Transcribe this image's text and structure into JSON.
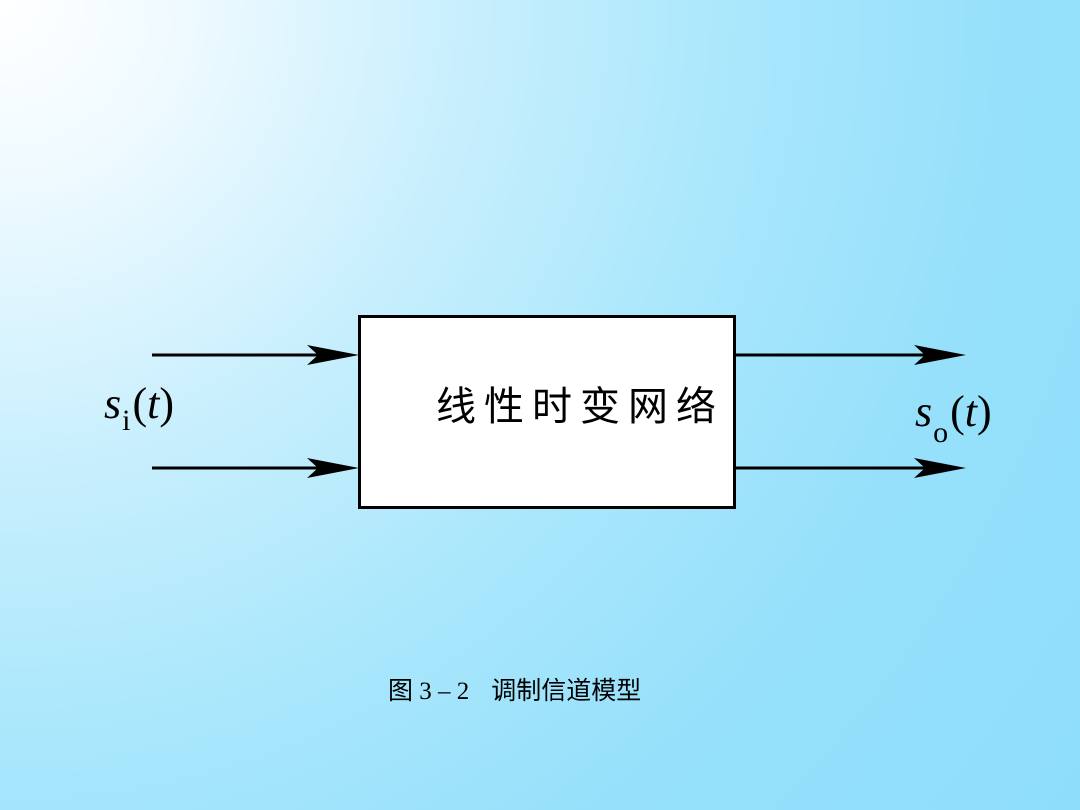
{
  "diagram": {
    "box_label": "线性时变网络",
    "input_signal": {
      "symbol": "s",
      "subscript": "i",
      "open": "(",
      "argument": "t",
      "close": ")"
    },
    "output_signal": {
      "symbol": "s",
      "subscript": "o",
      "open": "(",
      "argument": "t",
      "close": ")"
    }
  },
  "caption": {
    "number": "图 3 – 2",
    "title": "调制信道模型"
  },
  "colors": {
    "background_light": "#ffffff",
    "background_dark": "#8edefb",
    "stroke": "#000000",
    "box_fill": "#ffffff"
  }
}
